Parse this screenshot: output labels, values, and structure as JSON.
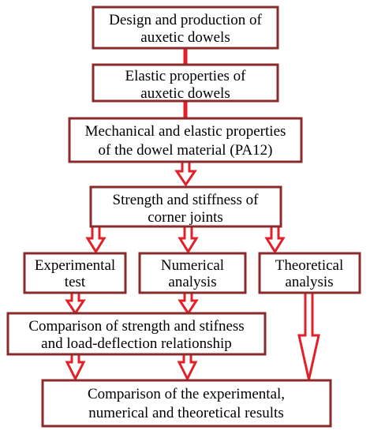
{
  "colors": {
    "box_border": "#8b2a2a",
    "connector": "#e3202a",
    "arrow_fill": "#ffffff",
    "text": "#000000",
    "background": "#ffffff"
  },
  "boxes": {
    "design_production": {
      "line1": "Design and production of",
      "line2": "auxetic dowels"
    },
    "elastic_dowels": {
      "line1": "Elastic properties of",
      "line2": "auxetic dowels"
    },
    "material_properties": {
      "line1": "Mechanical and elastic properties",
      "line2": "of the dowel material (PA12)"
    },
    "strength_stiffness": {
      "line1": "Strength and stiffness of",
      "line2": "corner joints"
    },
    "experimental_test": {
      "line1": "Experimental",
      "line2": "test"
    },
    "numerical_analysis": {
      "line1": "Numerical",
      "line2": "analysis"
    },
    "theoretical_analysis": {
      "line1": "Theoretical",
      "line2": "analysis"
    },
    "comparison_strength": {
      "line1": "Comparison of strength and stifness",
      "line2": "and load-deflection relationship"
    },
    "comparison_results": {
      "line1": "Comparison of the experimental,",
      "line2": "numerical and theoretical results"
    }
  }
}
